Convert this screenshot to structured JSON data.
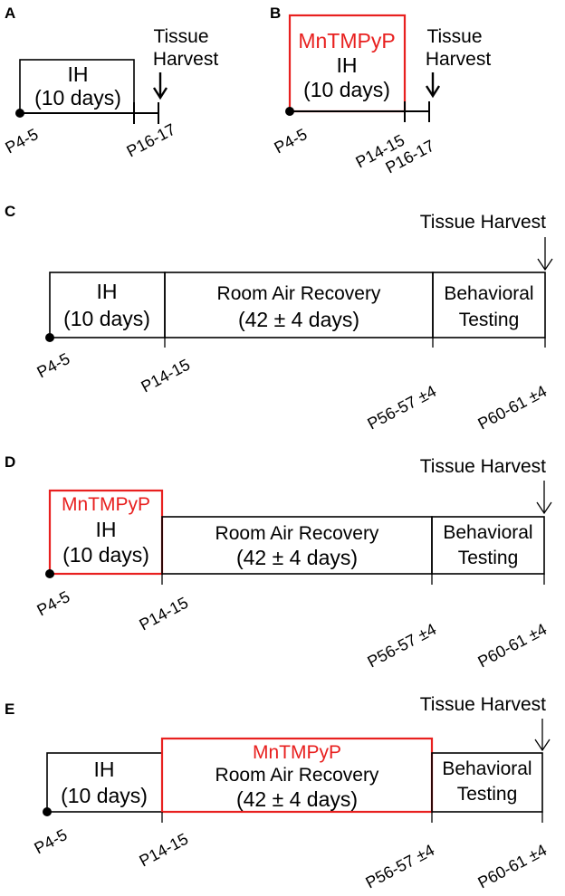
{
  "panels": {
    "a": {
      "letter": "A",
      "box": "IH",
      "box_sub": "(10 days)",
      "harvest_1": "Tissue",
      "harvest_2": "Harvest",
      "tick_start": "P4-5",
      "tick_end": "P16-17"
    },
    "b": {
      "letter": "B",
      "drug": "MnTMPyP",
      "box": "IH",
      "box_sub": "(10 days)",
      "harvest_1": "Tissue",
      "harvest_2": "Harvest",
      "tick_start": "P4-5",
      "tick_mid": "P14-15",
      "tick_end": "P16-17"
    },
    "c": {
      "letter": "C",
      "harvest": "Tissue Harvest",
      "ih": "IH",
      "ih_sub": "(10 days)",
      "recovery": "Room Air Recovery",
      "recovery_sub": "(42 ± 4 days)",
      "behavior_1": "Behavioral",
      "behavior_2": "Testing",
      "t1": "P4-5",
      "t2": "P14-15",
      "t3": "P56-57 ±4",
      "t4": "P60-61 ±4"
    },
    "d": {
      "letter": "D",
      "harvest": "Tissue Harvest",
      "drug": "MnTMPyP",
      "ih": "IH",
      "ih_sub": "(10 days)",
      "recovery": "Room Air Recovery",
      "recovery_sub": "(42 ± 4 days)",
      "behavior_1": "Behavioral",
      "behavior_2": "Testing",
      "t1": "P4-5",
      "t2": "P14-15",
      "t3": "P56-57 ±4",
      "t4": "P60-61 ±4"
    },
    "e": {
      "letter": "E",
      "harvest": "Tissue Harvest",
      "ih": "IH",
      "ih_sub": "(10 days)",
      "drug": "MnTMPyP",
      "recovery": "Room Air Recovery",
      "recovery_sub": "(42 ± 4 days)",
      "behavior_1": "Behavioral",
      "behavior_2": "Testing",
      "t1": "P4-5",
      "t2": "P14-15",
      "t3": "P56-57 ±4",
      "t4": "P60-61 ±4"
    }
  },
  "colors": {
    "drug": "#e8201f",
    "line": "#000000"
  }
}
